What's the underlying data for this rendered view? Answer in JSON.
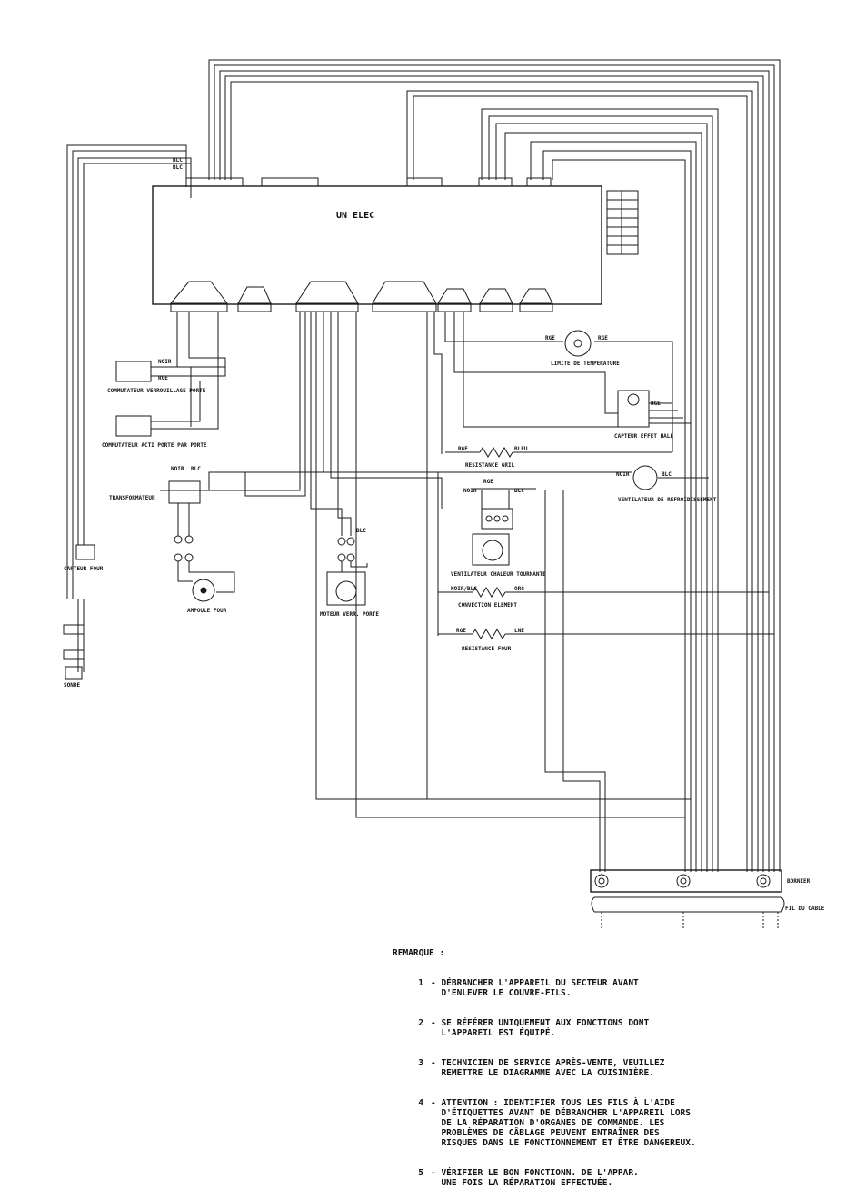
{
  "board": {
    "title": "UN ELEC"
  },
  "components": {
    "door_lock_switch": "COMMUTATEUR VERROUILLAGE PORTE",
    "door_light_switch": "COMMUTATEUR ACTI PORTE PAR PORTE",
    "transformer": "TRANSFORMATEUR",
    "oven_lamp": "AMPOULE FOUR",
    "door_lock_motor": "MOTEUR VERR. PORTE",
    "oven_sensor": "CAPTEUR FOUR",
    "probe": "SONDE",
    "grill_element": "RESISTANCE GRIL",
    "convection_fan": "VENTILATEUR CHALEUR TOURNANTE",
    "convection_element": "CONVECTION ELEMENT",
    "oven_element": "RESISTANCE FOUR",
    "cooling_fan": "VENTILATEUR DE REFROIDISSEMENT",
    "thermal_limit": "LIMITE DE TEMPERATURE",
    "effect_hall_sensor": "CAPTEUR EFFET HALL",
    "terminal_block": "BORNIER",
    "supply_cable": "FIL DU CABLE"
  },
  "wire_labels": [
    "BLC",
    "BLC",
    "NOIR",
    "BLC",
    "RGE",
    "NOIR",
    "BLC",
    "RGE",
    "BLEU",
    "NOIR",
    "BLC",
    "RGE",
    "NOIR/BLC",
    "ORG",
    "RGE",
    "LNE",
    "RGE",
    "RGE",
    "NOIR",
    "RGE",
    "BLC"
  ],
  "notes": {
    "heading": "REMARQUE :",
    "items": [
      {
        "num": "1",
        "lines": [
          "- DÉBRANCHER L'APPAREIL DU SECTEUR AVANT",
          "  D'ENLEVER LE COUVRE-FILS."
        ]
      },
      {
        "num": "2",
        "lines": [
          "- SE RÉFÉRER UNIQUEMENT AUX FONCTIONS DONT",
          "  L'APPAREIL EST ÉQUIPÉ."
        ]
      },
      {
        "num": "3",
        "lines": [
          "- TECHNICIEN DE SERVICE APRÈS-VENTE, VEUILLEZ",
          "  REMETTRE LE DIAGRAMME AVEC LA CUISINIÈRE."
        ]
      },
      {
        "num": "4",
        "lines": [
          "- ATTENTION : IDENTIFIER TOUS LES FILS À L'AIDE",
          "  D'ÉTIQUETTES AVANT DE DÉBRANCHER L'APPAREIL LORS",
          "  DE LA RÉPARATION D'ORGANES DE COMMANDE. LES",
          "  PROBLÈMES DE CÂBLAGE PEUVENT ENTRAÎNER DES",
          "  RISQUES DANS LE FONCTIONNEMENT ET ÊTRE DANGEREUX."
        ]
      },
      {
        "num": "5",
        "lines": [
          "- VÉRIFIER LE BON FONCTIONN. DE L'APPAR.",
          "  UNE FOIS LA RÉPARATION EFFECTUÉE."
        ]
      }
    ]
  }
}
